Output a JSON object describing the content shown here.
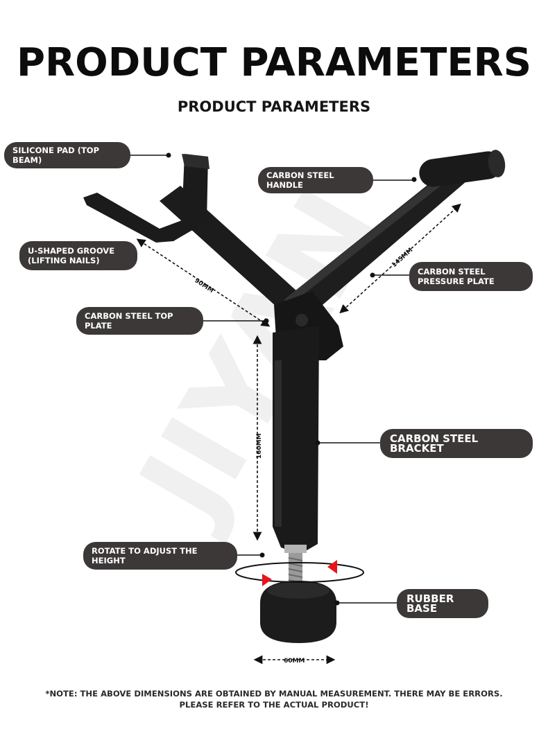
{
  "header": {
    "title": "PRODUCT PARAMETERS",
    "subtitle": "PRODUCT PARAMETERS"
  },
  "watermark": "JIYAN",
  "labels": {
    "silicone_pad": "SILICONE PAD (TOP BEAM)",
    "handle": "CARBON STEEL HANDLE",
    "u_groove": "U-SHAPED GROOVE (LIFTING NAILS)",
    "pressure_plate": "CARBON STEEL PRESSURE PLATE",
    "top_plate": "CARBON STEEL TOP PLATE",
    "bracket": "CARBON STEEL BRACKET",
    "rotate": "ROTATE TO ADJUST THE HEIGHT",
    "rubber_base": "RUBBER BASE"
  },
  "dimensions": {
    "left_arm": "90MM",
    "right_arm": "145MM",
    "bracket_height": "160MM",
    "base_width": "60MM"
  },
  "note": {
    "line1": "*NOTE: THE ABOVE DIMENSIONS ARE OBTAINED BY MANUAL MEASUREMENT. THERE MAY BE ERRORS.",
    "line2": "PLEASE REFER TO THE ACTUAL PRODUCT!"
  },
  "colors": {
    "label_bg": "#3c3838",
    "product": "#1a1a1a",
    "arrow_red": "#e8141c"
  }
}
